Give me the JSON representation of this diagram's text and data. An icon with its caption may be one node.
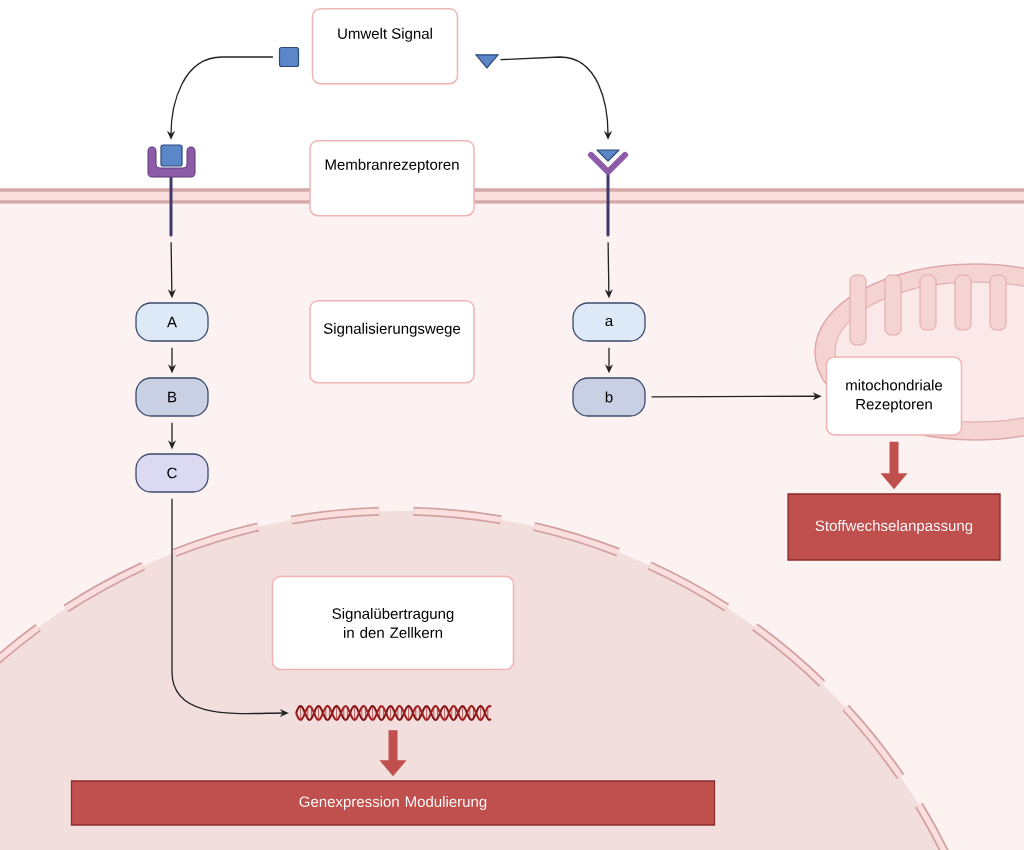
{
  "diagram": {
    "nodes": [
      {
        "text": [
          "Umwelt Signal"
        ]
      },
      {
        "text": [],
        "shape": "box"
      },
      {
        "text": [],
        "shape": "triangle"
      },
      {
        "text": [],
        "shape": "picture"
      },
      {
        "text": [
          "Membranrezeptoren"
        ]
      },
      {
        "text": [],
        "shape": "picture"
      },
      {
        "text": [
          "A"
        ]
      },
      {
        "text": [
          "Signalisierungswege"
        ]
      },
      {
        "text": [
          "a"
        ]
      },
      {
        "text": [
          "B"
        ]
      },
      {
        "text": [
          "b"
        ]
      },
      {
        "text": [
          "mitochondriale Rezeptoren"
        ]
      },
      {
        "text": [
          "C"
        ]
      },
      {
        "text": [
          "Stoffwechselanpassung"
        ]
      },
      {
        "text": [
          "Signalübertragung in den Zellkern"
        ]
      },
      {
        "text": [],
        "shape": "picture"
      },
      {
        "text": [
          "Genexpression Modulierung"
        ]
      }
    ],
    "edges": [
      {
        "from": 1,
        "to": 3,
        "arrow": "to"
      },
      {
        "from": 2,
        "to": 5,
        "arrow": "to"
      },
      {
        "from": 3,
        "to": 6,
        "arrow": "to"
      },
      {
        "from": 6,
        "to": 9,
        "arrow": "to"
      },
      {
        "from": 9,
        "to": 12,
        "arrow": "to"
      },
      {
        "from": 5,
        "to": 8,
        "arrow": "to"
      },
      {
        "from": 8,
        "to": 10,
        "arrow": "to"
      },
      {
        "from": 10,
        "to": 11,
        "arrow": "to"
      },
      {
        "from": 12,
        "to": 15,
        "arrow": "to"
      },
      {
        "from": 15,
        "to": 16,
        "arrow": "to",
        "style": "thick",
        "color": "#c0504d"
      },
      {
        "from": 11,
        "to": 13,
        "arrow": "to",
        "style": "thick",
        "color": "#c0504d"
      }
    ]
  }
}
